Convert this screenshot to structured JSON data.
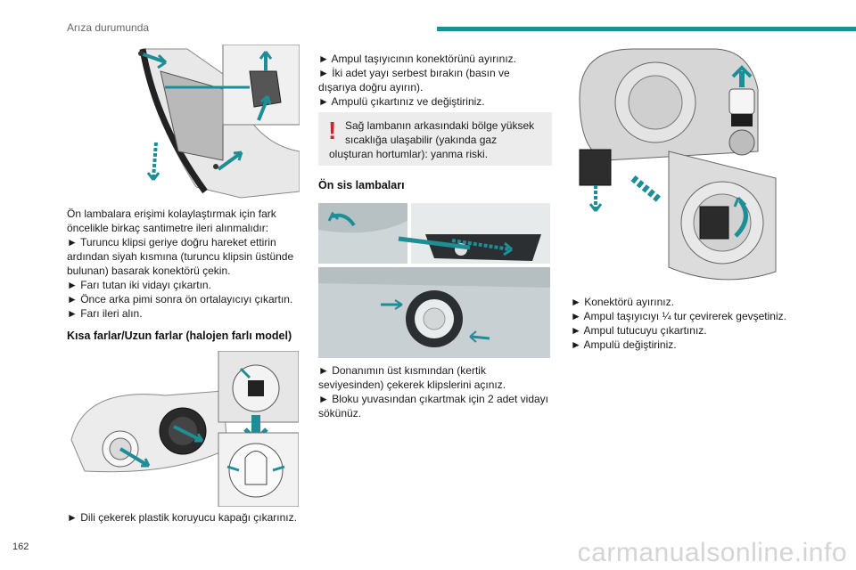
{
  "header": {
    "title": "Arıza durumunda"
  },
  "page_number": "162",
  "watermark": "carmanualsonline.info",
  "col1": {
    "intro_lines": [
      "Ön lambalara erişimi kolaylaştırmak için fark",
      "öncelikle birkaç santimetre ileri alınmalıdır:",
      "► Turuncu klipsi geriye doğru hareket ettirin",
      "ardından siyah kısmına (turuncu klipsin üstünde",
      "bulunan) basarak konektörü çekin.",
      "► Farı tutan iki vidayı çıkartın.",
      "► Önce arka pimi sonra ön ortalayıcıyı çıkartın.",
      "► Farı ileri alın."
    ],
    "heading": "Kısa farlar/Uzun farlar (halojen farlı model)",
    "bottom_step": "► Dili çekerek plastik koruyucu kapağı çıkarınız."
  },
  "col2": {
    "step_lines": [
      "► Ampul taşıyıcının konektörünü ayırınız.",
      "► İki adet yayı serbest bırakın (basın ve",
      "dışarıya doğru ayırın).",
      "► Ampulü çıkartınız ve değiştiriniz."
    ],
    "warning": {
      "icon": "!",
      "lines": [
        "Sağ lambanın arkasındaki bölge yüksek",
        "sıcaklığa ulaşabilir (yakında gaz",
        "oluşturan hortumlar): yanma riski."
      ]
    },
    "heading": "Ön sis lambaları",
    "bottom_lines": [
      "► Donanımın üst kısmından (kertik",
      "seviyesinden) çekerek klipslerini açınız.",
      "► Bloku yuvasından çıkartmak için 2 adet vidayı",
      "sökünüz."
    ]
  },
  "col3": {
    "step_lines": [
      "► Konektörü ayırınız.",
      "► Ampul taşıyıcıyı ¼ tur çevirerek gevşetiniz.",
      "► Ampul tutucuyu çıkartınız.",
      "► Ampulü değiştiriniz."
    ]
  },
  "colors": {
    "accent": "#1e8e96",
    "warning": "#d4202a",
    "warning_bg": "#ececec"
  }
}
